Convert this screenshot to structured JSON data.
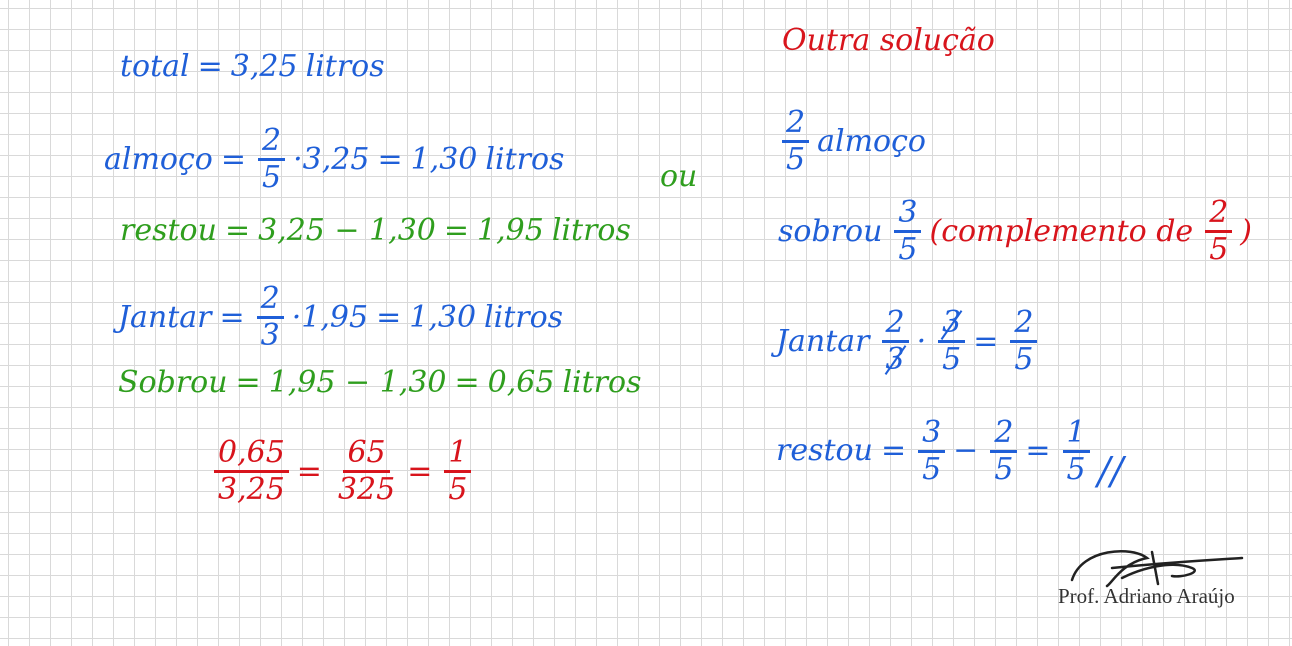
{
  "left": {
    "total": {
      "label": "total",
      "eq": "=",
      "value": "3,25",
      "unit": "litros"
    },
    "almoco": {
      "label": "almoço",
      "eq": "=",
      "num": "2",
      "den": "5",
      "expr": "·3,25",
      "eq2": "=",
      "value": "1,30",
      "unit": "litros"
    },
    "restou": {
      "label": "restou",
      "eq": "=",
      "expr": "3,25 − 1,30",
      "eq2": "=",
      "value": "1,95",
      "unit": "litros"
    },
    "jantar": {
      "label": "Jantar",
      "eq": "=",
      "num": "2",
      "den": "3",
      "expr": "·1,95",
      "eq2": "=",
      "value": "1,30",
      "unit": "litros"
    },
    "sobrou": {
      "label": "Sobrou",
      "eq": "=",
      "expr": "1,95 − 1,30",
      "eq2": "=",
      "value": "0,65",
      "unit": "litros"
    },
    "ratio": {
      "n1": "0,65",
      "d1": "3,25",
      "eq1": "=",
      "n2": "65",
      "d2": "325",
      "eq2": "=",
      "n3": "1",
      "d3": "5"
    }
  },
  "middle": {
    "ou": "ou"
  },
  "right": {
    "title": "Outra solução",
    "almoco": {
      "num": "2",
      "den": "5",
      "label": "almoço"
    },
    "sobrou": {
      "label": "sobrou",
      "num": "3",
      "den": "5",
      "note_open": "(complemento de",
      "note_num": "2",
      "note_den": "5",
      "note_close": ")"
    },
    "jantar": {
      "label": "Jantar",
      "n1": "2",
      "d1": "3",
      "dot": "·",
      "n2": "3",
      "d2": "5",
      "eq": "=",
      "rn": "2",
      "rd": "5"
    },
    "restou": {
      "label": "restou",
      "eq": "=",
      "n1": "3",
      "d1": "5",
      "minus": "−",
      "n2": "2",
      "d2": "5",
      "eq2": "=",
      "rn": "1",
      "rd": "5",
      "mark": "//"
    }
  },
  "signature": {
    "name": "Prof. Adriano Araújo"
  },
  "colors": {
    "blue": "#1f5fd8",
    "green": "#2f9e1e",
    "red": "#d8141c"
  }
}
